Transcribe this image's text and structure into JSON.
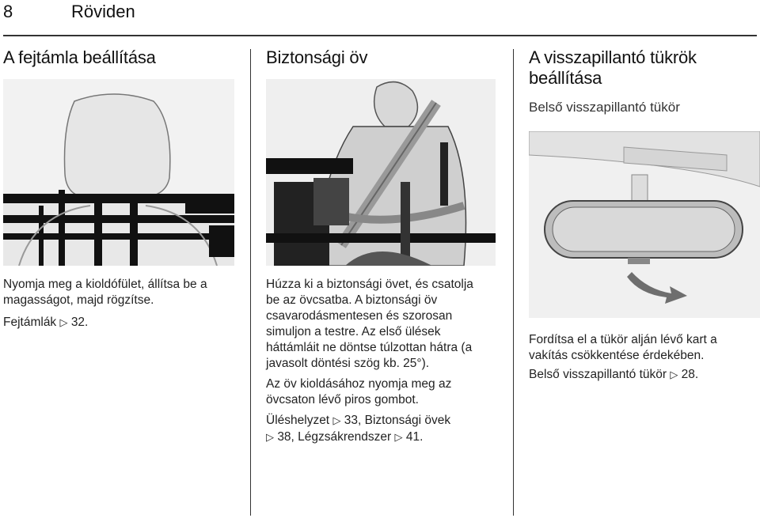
{
  "header": {
    "page_number": "8",
    "section": "Röviden"
  },
  "col1": {
    "title": "A fejtámla beállítása",
    "para1": [
      "Nyomja meg a kioldófület, állítsa be a",
      "magasságot, majd rögzítse."
    ],
    "ref_text": "Fejtámlák",
    "ref_page": "32."
  },
  "col2": {
    "title": "Biztonsági öv",
    "para1": [
      "Húzza ki a biztonsági övet, és csatolja",
      "be az övcsatba. A biztonsági öv",
      "csavarodásmentesen és szorosan",
      "simuljon a testre. Az első ülések",
      "háttámláit ne döntse túlzottan hátra (a",
      "javasolt döntési szög kb.  25°)."
    ],
    "para2": [
      "Az öv kioldásához nyomja meg az",
      "övcsaton lévő piros gombot."
    ],
    "ref1_text": "Üléshelyzet",
    "ref1_page": "33, Biztonsági övek",
    "ref2_page": "38, Légzsákrendszer",
    "ref3_page": "41."
  },
  "col3": {
    "title_line1": "A visszapillantó tükrök",
    "title_line2": "beállítása",
    "subtitle": "Belső visszapillantó tükör",
    "para1": [
      "Fordítsa el a tükör alján lévő kart a",
      "vakítás csökkentése érdekében."
    ],
    "ref_text": "Belső visszapillantó tükör",
    "ref_page": "28."
  },
  "icons": {
    "xref": "arrow-right-outline-icon"
  }
}
